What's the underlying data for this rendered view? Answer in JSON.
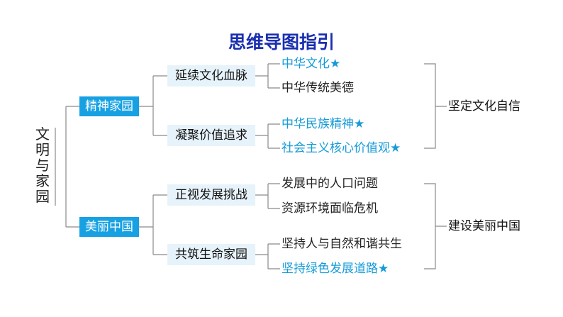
{
  "title": "思维导图指引",
  "root": "文明与家园",
  "branches": [
    {
      "label": "精神家园",
      "topics": [
        {
          "label": "延续文化血脉",
          "items": [
            {
              "text": "中华文化★",
              "highlight": true
            },
            {
              "text": "中华传统美德",
              "highlight": false
            }
          ]
        },
        {
          "label": "凝聚价值追求",
          "items": [
            {
              "text": "中华民族精神★",
              "highlight": true
            },
            {
              "text": "社会主义核心价值观★",
              "highlight": true
            }
          ]
        }
      ],
      "conclusion": "坚定文化自信"
    },
    {
      "label": "美丽中国",
      "topics": [
        {
          "label": "正视发展挑战",
          "items": [
            {
              "text": "发展中的人口问题",
              "highlight": false
            },
            {
              "text": "资源环境面临危机",
              "highlight": false
            }
          ]
        },
        {
          "label": "共筑生命家园",
          "items": [
            {
              "text": "坚持人与自然和谐共生",
              "highlight": false
            },
            {
              "text": "坚持绿色发展道路★",
              "highlight": true
            }
          ]
        }
      ],
      "conclusion": "建设美丽中国"
    }
  ],
  "colors": {
    "title": "#1a2fb0",
    "branch_box": "#17a1e3",
    "topic_box": "#e7f3fa",
    "highlight": "#169bd8",
    "line": "#888888"
  }
}
